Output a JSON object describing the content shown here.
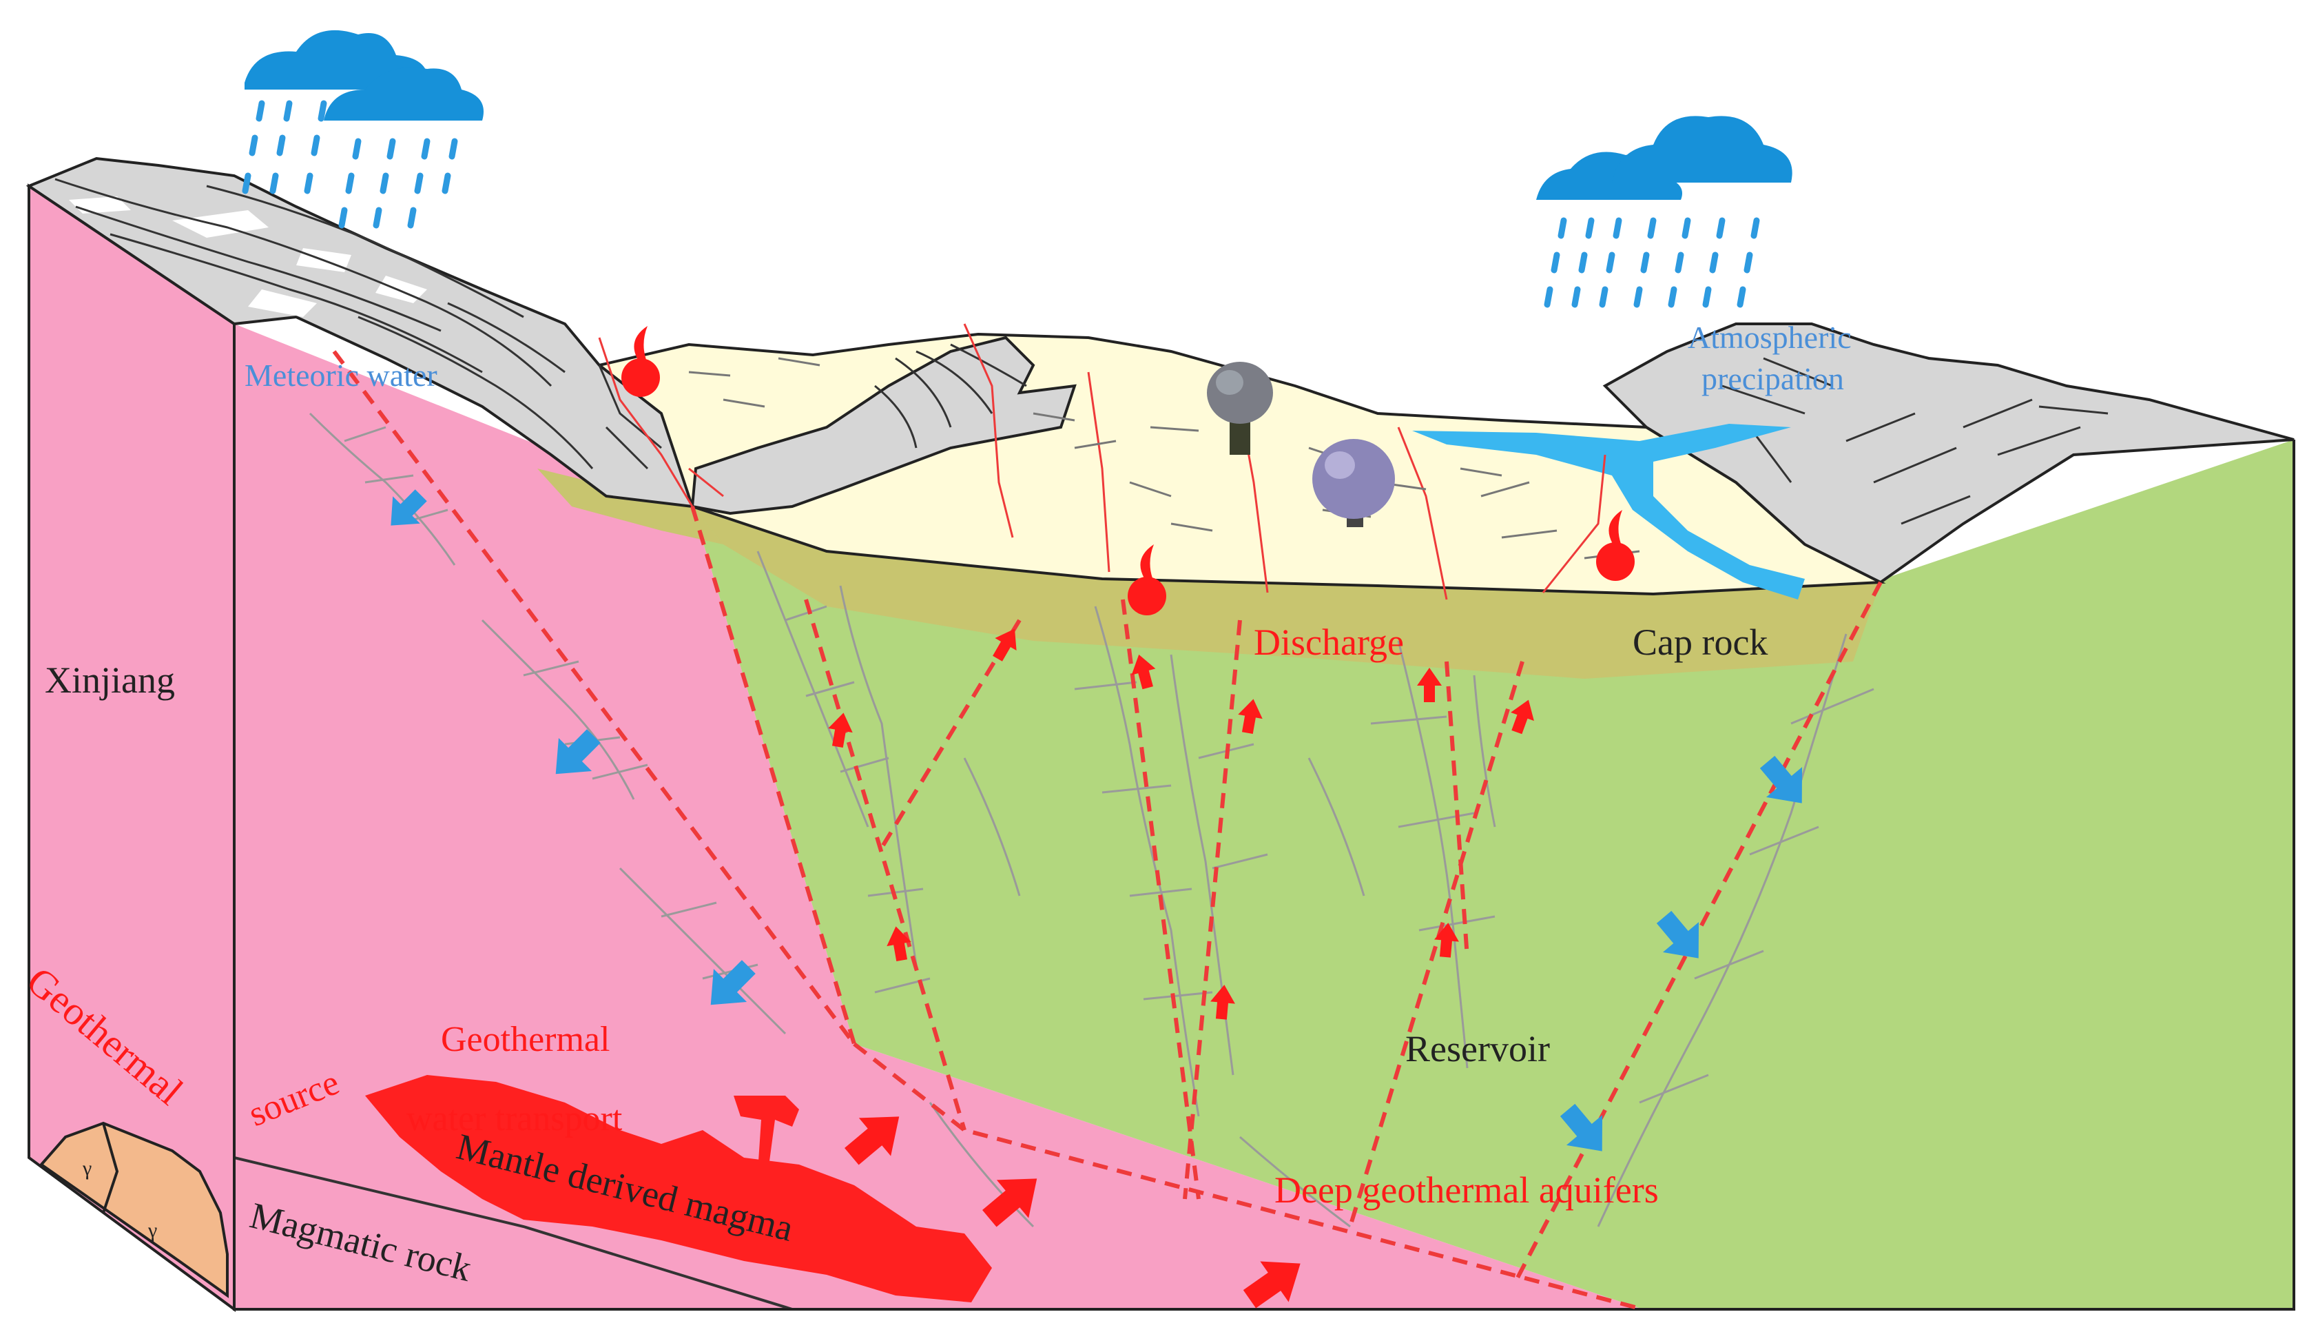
{
  "labels": {
    "meteoric_water": "Meteoric water",
    "atmospheric_line1": "Atmospheric",
    "atmospheric_line2": "precipation",
    "discharge": "Discharge",
    "cap_rock": "Cap rock",
    "xinjiang": "Xinjiang",
    "reservoir": "Reservoir",
    "geothermal_side": "Geothermal",
    "source": "source",
    "transport_line1": "Geothermal",
    "transport_line2": "water transport",
    "mantle_magma": "Mantle derived magma",
    "deep_aquifers": "Deep geothermal aquifers",
    "magmatic_rock": "Magmatic rock",
    "granite_symbol": "γ"
  },
  "colors": {
    "pink_block": "#f8a0c4",
    "green_reservoir": "#b2d77e",
    "cap_rock": "#c8c56f",
    "cream_plain": "#fffbd9",
    "mountain_gray": "#d6d6d6",
    "river_blue": "#3ab7f0",
    "cloud_blue": "#1791d9",
    "rain_blue": "#2d9ae0",
    "magma_red": "#ff2020",
    "fault_red": "#ee3a3a",
    "blue_label": "#4a8fd8",
    "red_label": "#ff1a1a",
    "granite": "#f3b98c"
  },
  "icons": [
    "cloud-icon",
    "rain-icon",
    "hot-spring-icon",
    "tree-icon",
    "blue-flow-arrow-icon",
    "red-flow-arrow-icon"
  ]
}
